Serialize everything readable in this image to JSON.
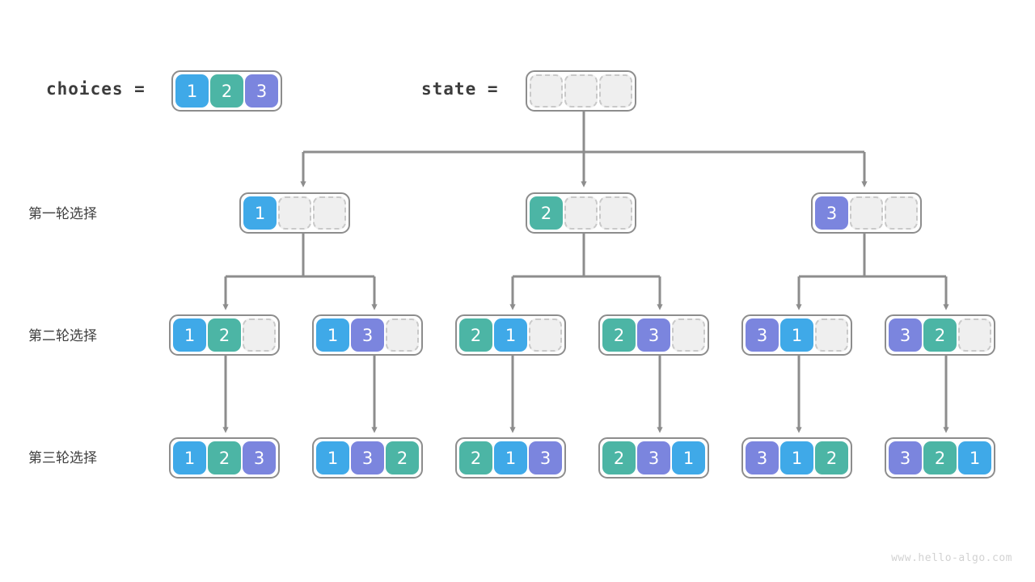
{
  "header": {
    "choices_label": "choices =",
    "choices_values": [
      "1",
      "2",
      "3"
    ],
    "state_label": "state =",
    "state_values": [
      "",
      "",
      ""
    ]
  },
  "rows": [
    {
      "label": "第一轮选择",
      "nodes": [
        {
          "values": [
            "1",
            "",
            ""
          ]
        },
        {
          "values": [
            "2",
            "",
            ""
          ]
        },
        {
          "values": [
            "3",
            "",
            ""
          ]
        }
      ]
    },
    {
      "label": "第二轮选择",
      "nodes": [
        {
          "values": [
            "1",
            "2",
            ""
          ]
        },
        {
          "values": [
            "1",
            "3",
            ""
          ]
        },
        {
          "values": [
            "2",
            "1",
            ""
          ]
        },
        {
          "values": [
            "2",
            "3",
            ""
          ]
        },
        {
          "values": [
            "3",
            "1",
            ""
          ]
        },
        {
          "values": [
            "3",
            "2",
            ""
          ]
        }
      ]
    },
    {
      "label": "第三轮选择",
      "nodes": [
        {
          "values": [
            "1",
            "2",
            "3"
          ]
        },
        {
          "values": [
            "1",
            "3",
            "2"
          ]
        },
        {
          "values": [
            "2",
            "1",
            "3"
          ]
        },
        {
          "values": [
            "2",
            "3",
            "1"
          ]
        },
        {
          "values": [
            "3",
            "1",
            "2"
          ]
        },
        {
          "values": [
            "3",
            "2",
            "1"
          ]
        }
      ]
    }
  ],
  "watermark": "www.hello-algo.com",
  "colors": {
    "value_1": "#3fa9e8",
    "value_2": "#4cb5a5",
    "value_3": "#7b85de",
    "border": "#8d8d8d",
    "empty_fill": "#efefef",
    "empty_border": "#c9c9c9",
    "edge": "#8d8d8d",
    "text": "#3c3c3c"
  }
}
